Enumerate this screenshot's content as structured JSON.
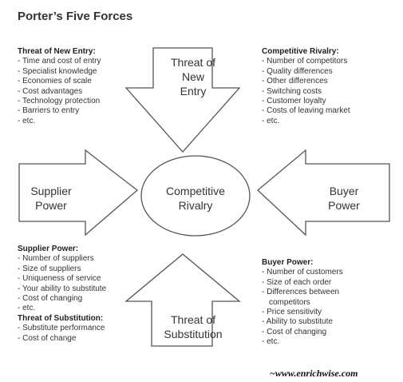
{
  "title": "Porter’s Five Forces",
  "forces": {
    "new_entry": {
      "label_line1": "Threat of",
      "label_line2": "New",
      "label_line3": "Entry"
    },
    "supplier": {
      "label_line1": "Supplier",
      "label_line2": "Power"
    },
    "buyer": {
      "label_line1": "Buyer",
      "label_line2": "Power"
    },
    "substitution": {
      "label_line1": "Threat of",
      "label_line2": "Substitution"
    },
    "rivalry": {
      "label_line1": "Competitive",
      "label_line2": "Rivalry"
    }
  },
  "threat_new_entry": {
    "heading": "Threat of New Entry:",
    "items": [
      "Time and cost of entry",
      "Specialist knowledge",
      "Economies of scale",
      "Cost advantages",
      "Technology protection",
      "Barriers to entry",
      "etc."
    ]
  },
  "competitive_rivalry": {
    "heading": "Competitive Rivalry:",
    "items": [
      "Number of competitors",
      "Quality differences",
      "Other differences",
      " Switching costs",
      "Customer loyalty",
      "Costs of leaving market",
      "etc."
    ]
  },
  "supplier_power": {
    "heading": "Supplier Power:",
    "items": [
      "Number of suppliers",
      "Size of suppliers",
      "Uniqueness of service",
      "Your ability to substitute",
      "Cost of changing",
      "etc."
    ]
  },
  "threat_substitution": {
    "heading": "Threat of Substitution:",
    "items": [
      "Substitute performance",
      "Cost of change"
    ]
  },
  "buyer_power": {
    "heading": "Buyer Power:",
    "items": [
      "Number of customers",
      "Size of each order",
      "Differences between",
      "competitors",
      "Price sensitivity",
      "Ability to substitute",
      "Cost of changing",
      "etc."
    ]
  },
  "footer": {
    "url": "~www.enrichwise.com"
  }
}
